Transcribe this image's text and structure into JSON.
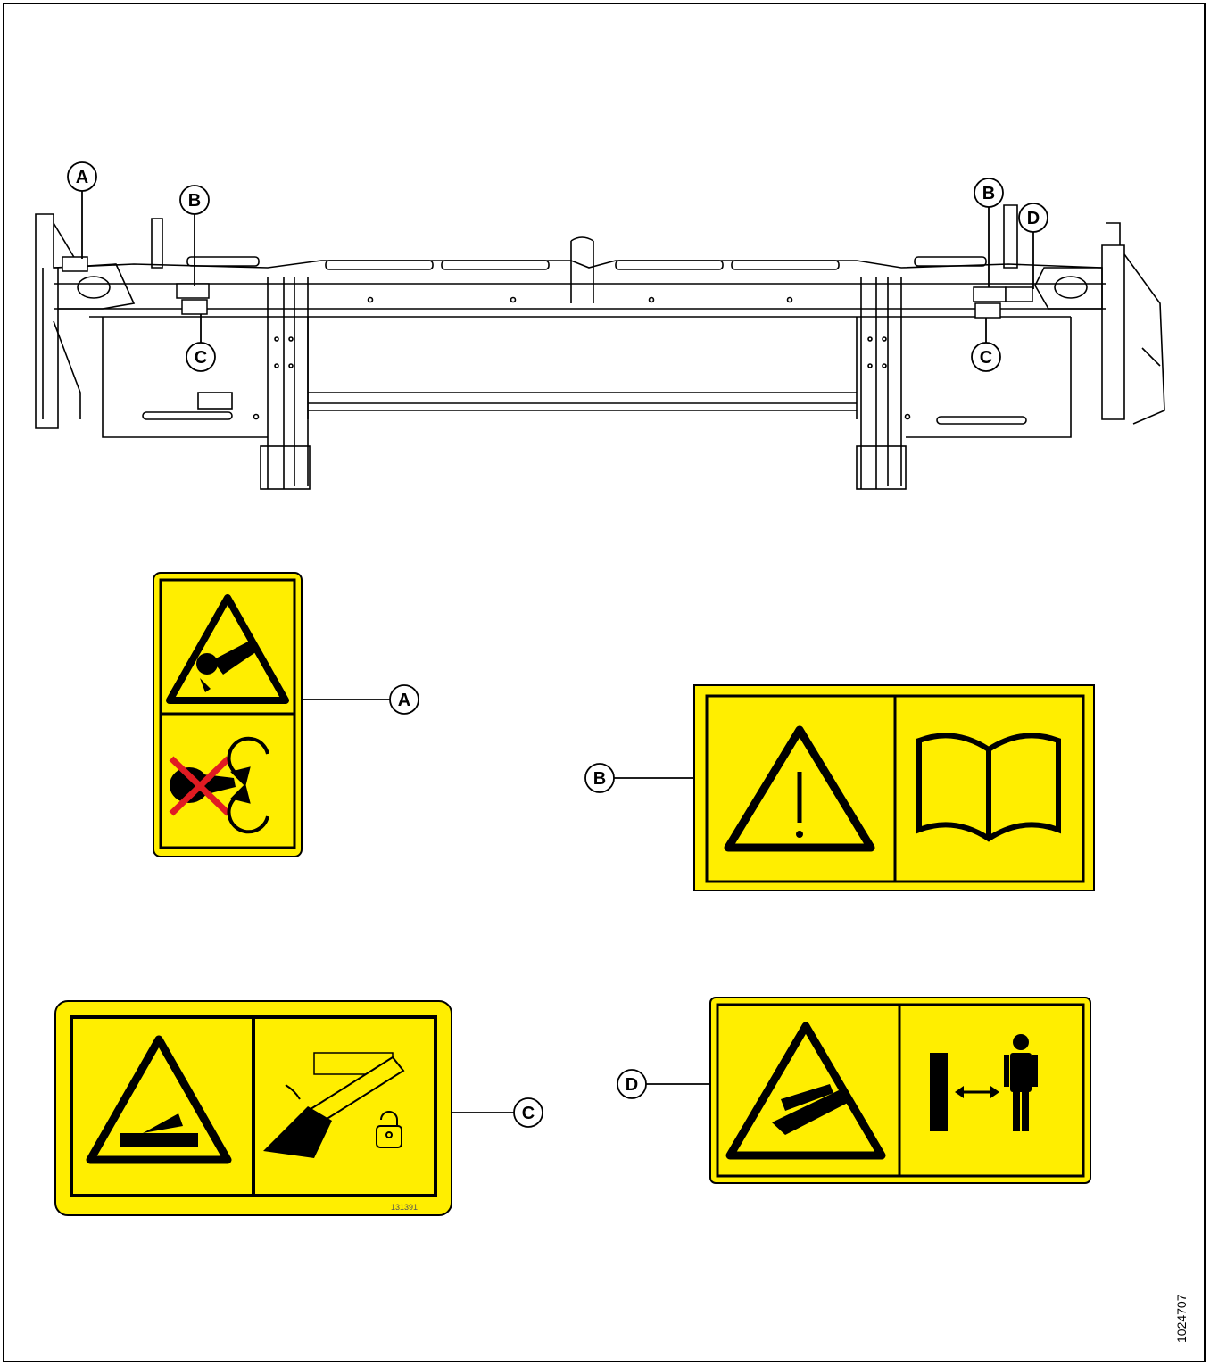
{
  "callouts": {
    "a_top": "A",
    "b_left": "B",
    "c_left": "C",
    "b_right": "B",
    "d_top": "D",
    "c_right": "C",
    "a_decal": "A",
    "b_decal": "B",
    "c_decal": "C",
    "d_decal": "D"
  },
  "decals": {
    "c_part_number": "131391"
  },
  "figure_id": "1024707",
  "colors": {
    "decal_yellow": "#ffee00",
    "line": "#000000",
    "red_x": "#e11b22",
    "background": "#ffffff"
  },
  "icons": [
    "entanglement-icon",
    "hand-crossed-icon",
    "rotating-arrows-icon",
    "warning-exclamation-icon",
    "manual-book-icon",
    "crush-icon",
    "lift-cylinder-icon",
    "padlock-icon",
    "pinch-hand-icon",
    "stand-clear-icon"
  ]
}
